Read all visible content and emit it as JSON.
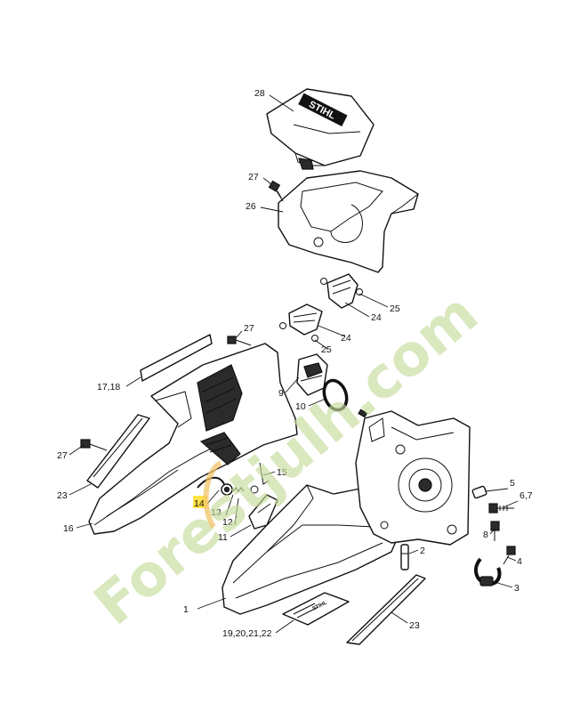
{
  "logo": {
    "text": "STIHL"
  },
  "label_plate": {
    "brand": "STIHL"
  },
  "watermark": {
    "text": "Forestjulh.com"
  },
  "callouts": [
    {
      "id": "1",
      "text": "1"
    },
    {
      "id": "2",
      "text": "2"
    },
    {
      "id": "3",
      "text": "3"
    },
    {
      "id": "4",
      "text": "4"
    },
    {
      "id": "5",
      "text": "5"
    },
    {
      "id": "6_7",
      "text": "6,7"
    },
    {
      "id": "8",
      "text": "8"
    },
    {
      "id": "9",
      "text": "9"
    },
    {
      "id": "10",
      "text": "10"
    },
    {
      "id": "11",
      "text": "11"
    },
    {
      "id": "12",
      "text": "12"
    },
    {
      "id": "13",
      "text": "13"
    },
    {
      "id": "14",
      "text": "14"
    },
    {
      "id": "15",
      "text": "15"
    },
    {
      "id": "16",
      "text": "16"
    },
    {
      "id": "17_18",
      "text": "17,18"
    },
    {
      "id": "19_22",
      "text": "19,20,21,22"
    },
    {
      "id": "23a",
      "text": "23"
    },
    {
      "id": "23b",
      "text": "23"
    },
    {
      "id": "24a",
      "text": "24"
    },
    {
      "id": "24b",
      "text": "24"
    },
    {
      "id": "25a",
      "text": "25"
    },
    {
      "id": "25b",
      "text": "25"
    },
    {
      "id": "26",
      "text": "26"
    },
    {
      "id": "27a",
      "text": "27"
    },
    {
      "id": "27b",
      "text": "27"
    },
    {
      "id": "27c",
      "text": "27"
    },
    {
      "id": "28",
      "text": "28"
    }
  ],
  "colors": {
    "watermark": "#c6dc9a",
    "highlight": "#f2c46a",
    "highlight_yellow": "#ffe24a",
    "line": "#111111"
  }
}
